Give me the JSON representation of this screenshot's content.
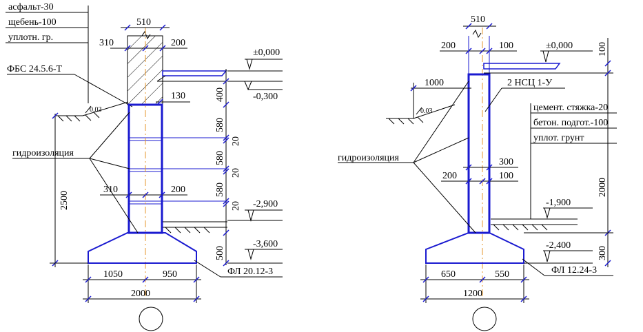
{
  "left": {
    "layers": [
      "асфальт-30",
      "щебень-100",
      "уплотн. гр."
    ],
    "block_label": "ФБС 24.5.6-Т",
    "waterproofing": "гидроизоляция",
    "slope": "0.03",
    "dims": {
      "top_width": "510",
      "top_left": "310",
      "top_right": "200",
      "ledge": "130",
      "mid_left": "310",
      "mid_right": "200",
      "h400": "400",
      "h580a": "580",
      "h20a": "20",
      "h580b": "580",
      "h20b": "20",
      "h580c": "580",
      "h20c": "20",
      "h500": "500",
      "h2500": "2500",
      "base_left": "1050",
      "base_right": "950",
      "base_total": "2000"
    },
    "levels": {
      "l0": "±0,000",
      "l1": "-0,300",
      "l2": "-2,900",
      "l3": "-3,600"
    },
    "footing_label": "ФЛ 20.12-3"
  },
  "right": {
    "block_label": "2 НСЦ 1-У",
    "layers": [
      "цемент. стяжка-20",
      "бетон. подгот.-100",
      "уплот. грунт"
    ],
    "waterproofing": "гидроизоляция",
    "slope": "0.03",
    "dims": {
      "top_width": "510",
      "top_left": "200",
      "top_right": "100",
      "h100": "100",
      "h1000": "1000",
      "w300": "300",
      "w200": "200",
      "w100": "100",
      "h2000": "2000",
      "h300": "300",
      "base_left": "650",
      "base_right": "550",
      "base_total": "1200"
    },
    "levels": {
      "l0": "±0,000",
      "l1": "-1,900",
      "l2": "-2,400"
    },
    "footing_label": "ФЛ 12.24-3"
  }
}
